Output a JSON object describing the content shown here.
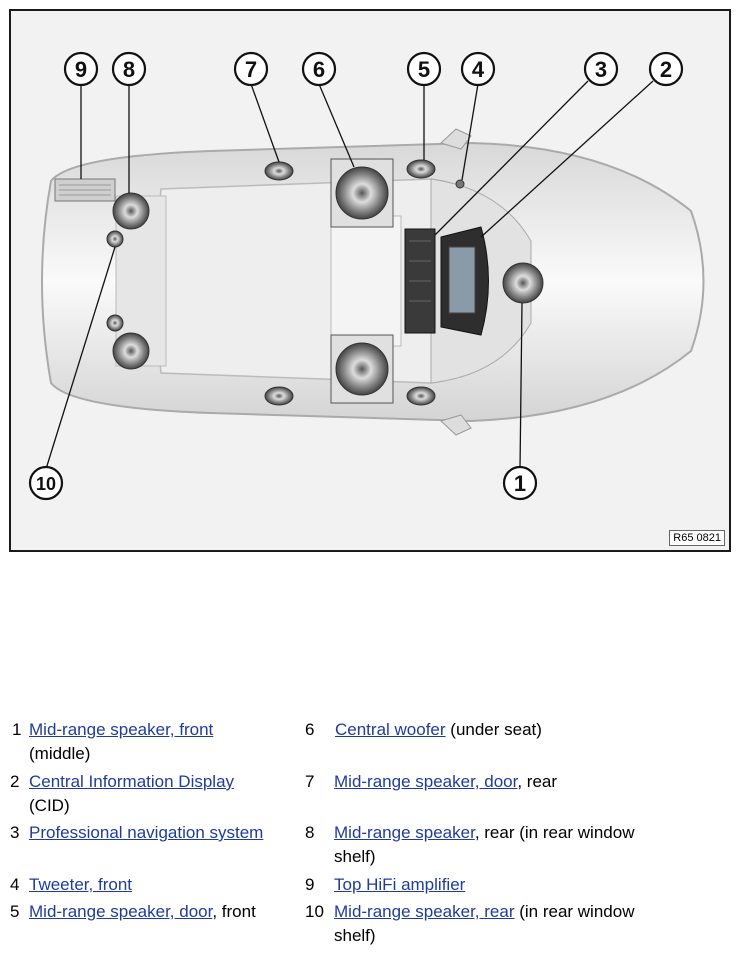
{
  "figure": {
    "code": "R65 0821",
    "callouts": [
      "1",
      "2",
      "3",
      "4",
      "5",
      "6",
      "7",
      "8",
      "9",
      "10"
    ]
  },
  "legend": [
    {
      "num": "1",
      "link": "Mid-range speaker, front",
      "rest": "",
      "line2": "(middle)"
    },
    {
      "num": "2",
      "link": "Central Information Display",
      "rest": "",
      "line2": "(CID)"
    },
    {
      "num": "3",
      "link": "Professional navigation system",
      "rest": "",
      "line2": ""
    },
    {
      "num": "4",
      "link": "Tweeter, front",
      "rest": "",
      "line2": ""
    },
    {
      "num": "5",
      "link": "Mid-range speaker, door",
      "rest": ", front",
      "line2": ""
    },
    {
      "num": "6",
      "link": "Central woofer",
      "rest": " (under seat)",
      "line2": ""
    },
    {
      "num": "7",
      "link": "Mid-range speaker, door",
      "rest": ", rear",
      "line2": ""
    },
    {
      "num": "8",
      "link": "Mid-range speaker",
      "rest": ", rear (in rear window",
      "line2": "shelf)"
    },
    {
      "num": "9",
      "link": "Top HiFi amplifier",
      "rest": "",
      "line2": ""
    },
    {
      "num": "10",
      "link": "Mid-range speaker, rear",
      "rest": " (in rear window",
      "line2": "shelf)"
    }
  ]
}
